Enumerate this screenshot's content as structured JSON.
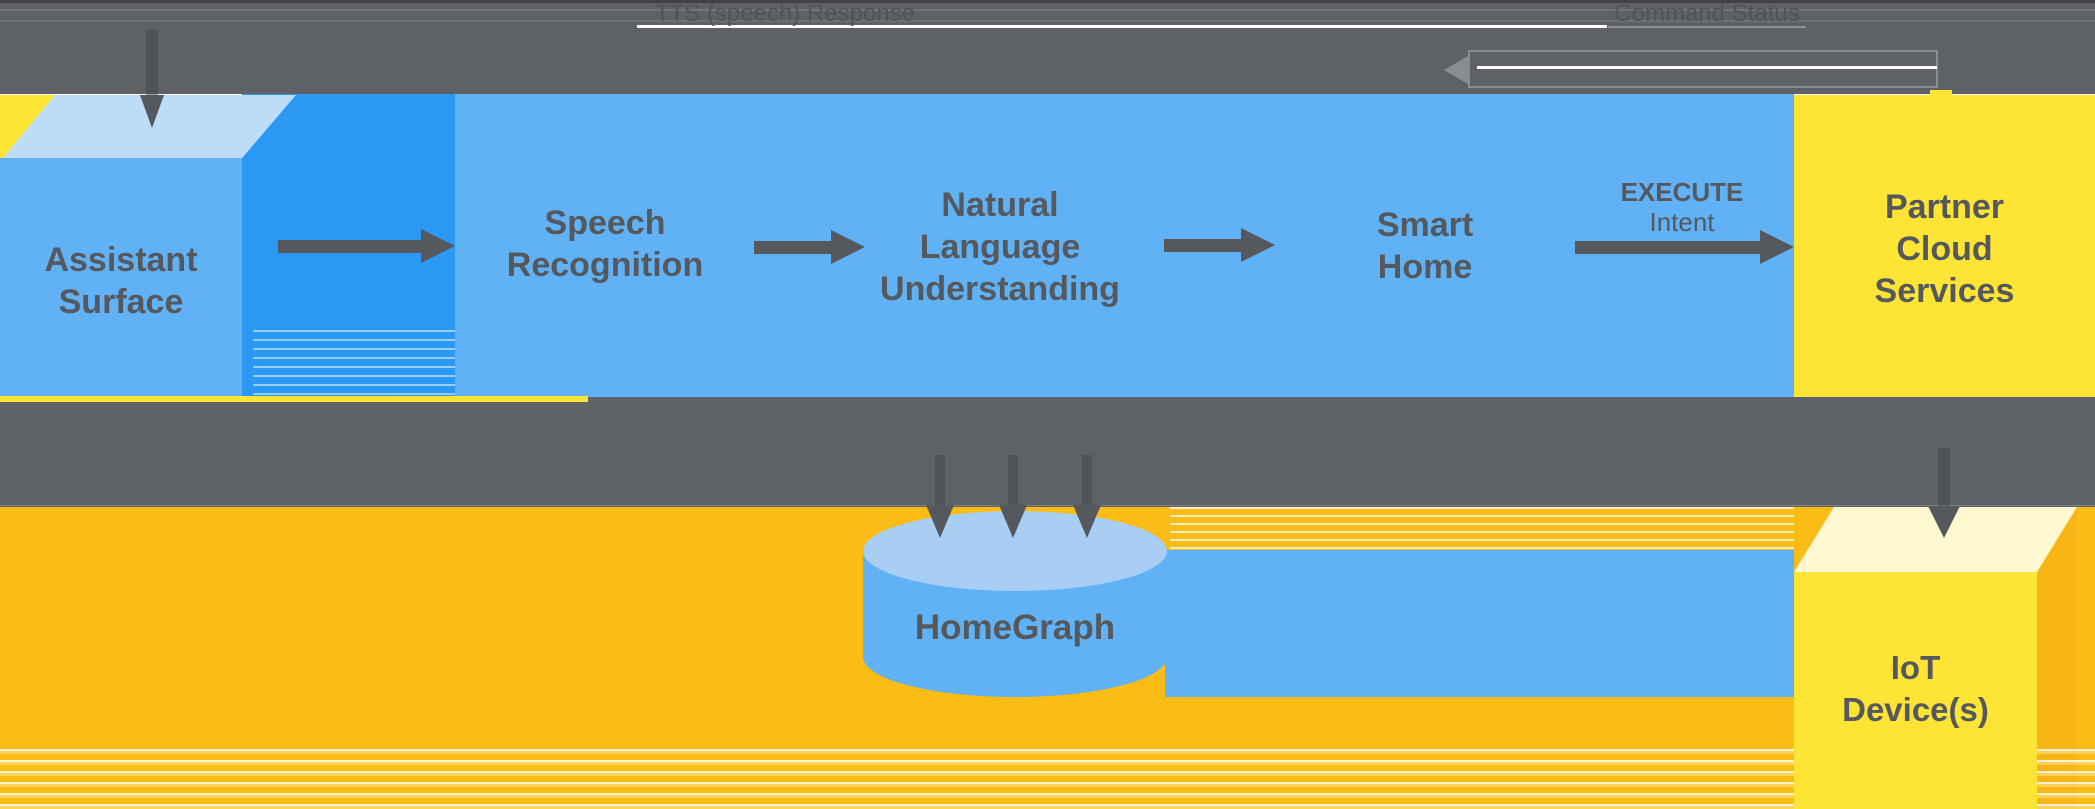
{
  "colors": {
    "band-gray": "#5E6165",
    "text-gray": "#55585D",
    "blue": "#61B1F5",
    "blue-dark": "#2B99F3",
    "blue-pale": "#BCDCF8",
    "cyl-top": "#A8CEF3",
    "yellow": "#FEE435",
    "cream": "#FFF8D0",
    "amber": "#FBBC15",
    "amber-side": "#F7B615"
  },
  "top_band": {
    "tts_label": "TTS (speech) Response",
    "command_status_label": "Command Status"
  },
  "nodes": {
    "assistant": {
      "lines": [
        "Assistant",
        "Surface"
      ]
    },
    "speech": {
      "lines": [
        "Speech",
        "Recognition"
      ]
    },
    "nlu": {
      "lines": [
        "Natural",
        "Language",
        "Understanding"
      ]
    },
    "smart_home": {
      "lines": [
        "Smart",
        "Home"
      ]
    },
    "partner": {
      "lines": [
        "Partner",
        "Cloud",
        "Services"
      ]
    },
    "homegraph": {
      "label": "HomeGraph"
    },
    "iot": {
      "lines": [
        "IoT",
        "Device(s)"
      ]
    }
  },
  "edge_labels": {
    "execute": "EXECUTE",
    "intent": "Intent"
  }
}
